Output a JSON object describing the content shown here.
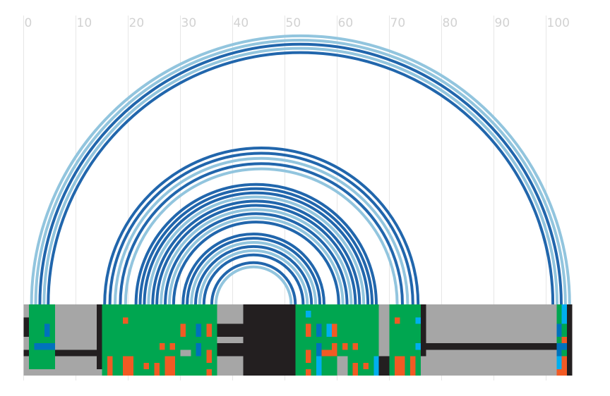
{
  "colors": {
    "background": "#ffffff",
    "grid": "#e6e6e6",
    "tick_text": "#d2d2d2",
    "arc_dark": "#2166ac",
    "arc_light": "#92c5de",
    "track_gray": "#a6a6a6",
    "track_black": "#231f20",
    "green": "#00a650",
    "orange": "#f15a24",
    "blue": "#0072bc",
    "cyan": "#00aeef"
  },
  "chart_data": {
    "type": "arc-diagram",
    "title": "",
    "xlabel": "",
    "ylabel": "",
    "xlim": [
      0,
      105
    ],
    "x_ticks": [
      0,
      10,
      20,
      30,
      40,
      50,
      60,
      70,
      80,
      90,
      100
    ],
    "x_tick_labels": [
      "0",
      "10",
      "20",
      "30",
      "40",
      "50",
      "60",
      "70",
      "80",
      "90",
      "100"
    ],
    "grid": true,
    "arcs": [
      {
        "start": 1.5,
        "end": 104.5,
        "shade": "light"
      },
      {
        "start": 2.3,
        "end": 103.7,
        "shade": "light"
      },
      {
        "start": 3.1,
        "end": 102.9,
        "shade": "dark"
      },
      {
        "start": 3.9,
        "end": 102.1,
        "shade": "light"
      },
      {
        "start": 4.7,
        "end": 101.3,
        "shade": "dark"
      },
      {
        "start": 15.5,
        "end": 75.5,
        "shade": "dark"
      },
      {
        "start": 16.5,
        "end": 74.5,
        "shade": "dark"
      },
      {
        "start": 17.5,
        "end": 73.5,
        "shade": "light"
      },
      {
        "start": 18.5,
        "end": 72.5,
        "shade": "dark"
      },
      {
        "start": 19.5,
        "end": 71.5,
        "shade": "light"
      },
      {
        "start": 21.5,
        "end": 67.5,
        "shade": "dark"
      },
      {
        "start": 22.3,
        "end": 66.7,
        "shade": "dark"
      },
      {
        "start": 23.1,
        "end": 65.9,
        "shade": "dark"
      },
      {
        "start": 23.9,
        "end": 65.1,
        "shade": "light"
      },
      {
        "start": 24.7,
        "end": 64.3,
        "shade": "dark"
      },
      {
        "start": 25.5,
        "end": 63.5,
        "shade": "dark"
      },
      {
        "start": 26.3,
        "end": 62.7,
        "shade": "light"
      },
      {
        "start": 27.1,
        "end": 61.9,
        "shade": "dark"
      },
      {
        "start": 27.9,
        "end": 61.1,
        "shade": "light"
      },
      {
        "start": 28.7,
        "end": 60.3,
        "shade": "dark"
      },
      {
        "start": 30.5,
        "end": 57.5,
        "shade": "dark"
      },
      {
        "start": 31.3,
        "end": 56.7,
        "shade": "dark"
      },
      {
        "start": 32.1,
        "end": 55.9,
        "shade": "light"
      },
      {
        "start": 32.9,
        "end": 55.1,
        "shade": "dark"
      },
      {
        "start": 33.7,
        "end": 54.3,
        "shade": "light"
      },
      {
        "start": 34.5,
        "end": 53.5,
        "shade": "dark"
      },
      {
        "start": 36.0,
        "end": 52.0,
        "shade": "dark"
      },
      {
        "start": 36.8,
        "end": 51.2,
        "shade": "light"
      }
    ],
    "tracks": [
      {
        "start": 0,
        "end": 105,
        "row_start": 0,
        "row_end": 11,
        "category": "gray"
      },
      {
        "start": 0,
        "end": 1,
        "row_start": 2,
        "row_end": 5,
        "category": "black"
      },
      {
        "start": 0,
        "end": 14,
        "row_start": 7,
        "row_end": 8,
        "category": "black"
      },
      {
        "start": 14,
        "end": 15,
        "row_start": 0,
        "row_end": 10,
        "category": "black"
      },
      {
        "start": 15,
        "end": 37,
        "row_start": 0,
        "row_end": 11,
        "category": "green"
      },
      {
        "start": 37,
        "end": 42,
        "row_start": 3,
        "row_end": 5,
        "category": "black"
      },
      {
        "start": 37,
        "end": 42,
        "row_start": 6,
        "row_end": 8,
        "category": "black"
      },
      {
        "start": 42,
        "end": 52,
        "row_start": 0,
        "row_end": 11,
        "category": "black"
      },
      {
        "start": 52,
        "end": 68,
        "row_start": 0,
        "row_end": 11,
        "category": "green"
      },
      {
        "start": 68,
        "end": 70,
        "row_start": 8,
        "row_end": 11,
        "category": "black"
      },
      {
        "start": 70,
        "end": 76,
        "row_start": 0,
        "row_end": 11,
        "category": "green"
      },
      {
        "start": 76,
        "end": 77,
        "row_start": 0,
        "row_end": 8,
        "category": "black"
      },
      {
        "start": 77,
        "end": 102,
        "row_start": 6,
        "row_end": 7,
        "category": "black"
      },
      {
        "start": 102,
        "end": 104,
        "row_start": 0,
        "row_end": 11,
        "category": "green"
      },
      {
        "start": 104,
        "end": 105,
        "row_start": 0,
        "row_end": 11,
        "category": "black"
      },
      {
        "start": 1,
        "end": 6,
        "row_start": 0,
        "row_end": 10,
        "category": "green"
      },
      {
        "start": 2,
        "end": 6,
        "row_start": 6,
        "row_end": 7,
        "category": "blue"
      },
      {
        "start": 4,
        "end": 5,
        "row_start": 3,
        "row_end": 5,
        "category": "blue"
      },
      {
        "start": 19,
        "end": 20,
        "row_start": 2,
        "row_end": 3,
        "category": "orange"
      },
      {
        "start": 30,
        "end": 31,
        "row_start": 3,
        "row_end": 5,
        "category": "orange"
      },
      {
        "start": 33,
        "end": 34,
        "row_start": 3,
        "row_end": 5,
        "category": "blue"
      },
      {
        "start": 35,
        "end": 36,
        "row_start": 3,
        "row_end": 5,
        "category": "orange"
      },
      {
        "start": 26,
        "end": 27,
        "row_start": 6,
        "row_end": 7,
        "category": "orange"
      },
      {
        "start": 28,
        "end": 29,
        "row_start": 6,
        "row_end": 7,
        "category": "orange"
      },
      {
        "start": 30,
        "end": 32,
        "row_start": 7,
        "row_end": 8,
        "category": "gray"
      },
      {
        "start": 33,
        "end": 34,
        "row_start": 6,
        "row_end": 8,
        "category": "blue"
      },
      {
        "start": 35,
        "end": 36,
        "row_start": 7,
        "row_end": 9,
        "category": "orange"
      },
      {
        "start": 16,
        "end": 17,
        "row_start": 8,
        "row_end": 11,
        "category": "orange"
      },
      {
        "start": 19,
        "end": 21,
        "row_start": 8,
        "row_end": 11,
        "category": "orange"
      },
      {
        "start": 23,
        "end": 24,
        "row_start": 9,
        "row_end": 10,
        "category": "orange"
      },
      {
        "start": 25,
        "end": 26,
        "row_start": 9,
        "row_end": 11,
        "category": "orange"
      },
      {
        "start": 27,
        "end": 29,
        "row_start": 8,
        "row_end": 11,
        "category": "orange"
      },
      {
        "start": 35,
        "end": 36,
        "row_start": 10,
        "row_end": 11,
        "category": "orange"
      },
      {
        "start": 54,
        "end": 55,
        "row_start": 1,
        "row_end": 2,
        "category": "cyan"
      },
      {
        "start": 54,
        "end": 55,
        "row_start": 3,
        "row_end": 5,
        "category": "orange"
      },
      {
        "start": 56,
        "end": 57,
        "row_start": 3,
        "row_end": 5,
        "category": "blue"
      },
      {
        "start": 58,
        "end": 59,
        "row_start": 3,
        "row_end": 5,
        "category": "cyan"
      },
      {
        "start": 59,
        "end": 60,
        "row_start": 3,
        "row_end": 5,
        "category": "orange"
      },
      {
        "start": 56,
        "end": 57,
        "row_start": 6,
        "row_end": 8,
        "category": "blue"
      },
      {
        "start": 57,
        "end": 60,
        "row_start": 7,
        "row_end": 8,
        "category": "orange"
      },
      {
        "start": 59,
        "end": 60,
        "row_start": 6,
        "row_end": 7,
        "category": "orange"
      },
      {
        "start": 61,
        "end": 62,
        "row_start": 6,
        "row_end": 7,
        "category": "orange"
      },
      {
        "start": 63,
        "end": 64,
        "row_start": 6,
        "row_end": 7,
        "category": "orange"
      },
      {
        "start": 54,
        "end": 55,
        "row_start": 7,
        "row_end": 9,
        "category": "orange"
      },
      {
        "start": 56,
        "end": 57,
        "row_start": 8,
        "row_end": 11,
        "category": "cyan"
      },
      {
        "start": 54,
        "end": 55,
        "row_start": 10,
        "row_end": 11,
        "category": "orange"
      },
      {
        "start": 60,
        "end": 62,
        "row_start": 8,
        "row_end": 11,
        "category": "gray"
      },
      {
        "start": 63,
        "end": 64,
        "row_start": 9,
        "row_end": 11,
        "category": "orange"
      },
      {
        "start": 65,
        "end": 66,
        "row_start": 9,
        "row_end": 10,
        "category": "orange"
      },
      {
        "start": 67,
        "end": 68,
        "row_start": 8,
        "row_end": 11,
        "category": "cyan"
      },
      {
        "start": 68,
        "end": 70,
        "row_start": 0,
        "row_end": 8,
        "category": "gray"
      },
      {
        "start": 71,
        "end": 72,
        "row_start": 2,
        "row_end": 3,
        "category": "orange"
      },
      {
        "start": 75,
        "end": 76,
        "row_start": 2,
        "row_end": 3,
        "category": "cyan"
      },
      {
        "start": 75,
        "end": 76,
        "row_start": 6,
        "row_end": 7,
        "category": "cyan"
      },
      {
        "start": 71,
        "end": 73,
        "row_start": 8,
        "row_end": 11,
        "category": "orange"
      },
      {
        "start": 74,
        "end": 75,
        "row_start": 8,
        "row_end": 11,
        "category": "orange"
      },
      {
        "start": 103,
        "end": 104,
        "row_start": 0,
        "row_end": 3,
        "category": "cyan"
      },
      {
        "start": 103,
        "end": 104,
        "row_start": 5,
        "row_end": 6,
        "category": "orange"
      },
      {
        "start": 102,
        "end": 103,
        "row_start": 3,
        "row_end": 5,
        "category": "blue"
      },
      {
        "start": 102,
        "end": 104,
        "row_start": 6,
        "row_end": 7,
        "category": "blue"
      },
      {
        "start": 102,
        "end": 103,
        "row_start": 7,
        "row_end": 8,
        "category": "blue"
      },
      {
        "start": 102,
        "end": 104,
        "row_start": 8,
        "row_end": 11,
        "category": "orange"
      },
      {
        "start": 102,
        "end": 103,
        "row_start": 8,
        "row_end": 10,
        "category": "cyan"
      }
    ]
  }
}
